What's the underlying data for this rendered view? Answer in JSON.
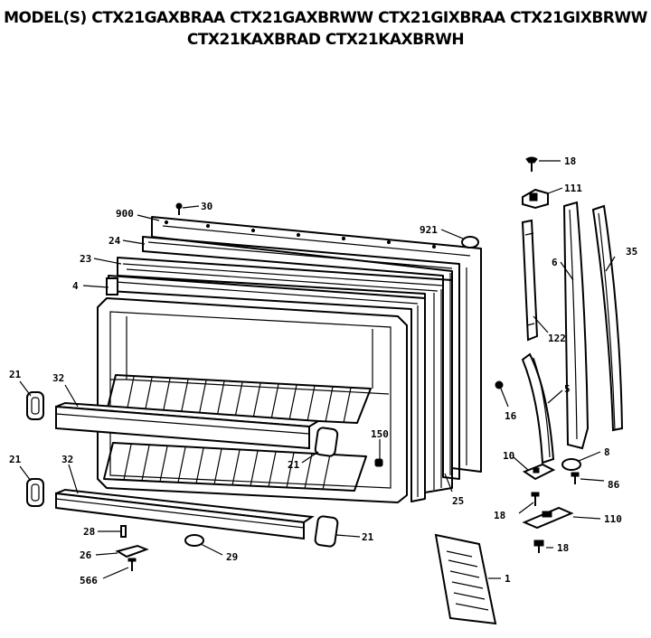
{
  "title": {
    "line1": "MODEL(S) CTX21GAXBRAA  CTX21GAXBRWW  CTX21GIXBRAA  CTX21GIXBRWW",
    "line2": "CTX21KAXBRAD  CTX21KAXBRWH"
  },
  "labels": {
    "p18a": "18",
    "p111": "111",
    "p30": "30",
    "p900": "900",
    "p921": "921",
    "p24": "24",
    "p6": "6",
    "p35": "35",
    "p23": "23",
    "p4": "4",
    "p122": "122",
    "p21a": "21",
    "p32a": "32",
    "p16": "16",
    "p5": "5",
    "p150": "150",
    "p21b": "21",
    "p10": "10",
    "p8": "8",
    "p86": "86",
    "p21c": "21",
    "p32b": "32",
    "p25": "25",
    "p18b": "18",
    "p110": "110",
    "p28": "28",
    "p21d": "21",
    "p18c": "18",
    "p26": "26",
    "p29": "29",
    "p566": "566",
    "p1": "1"
  }
}
